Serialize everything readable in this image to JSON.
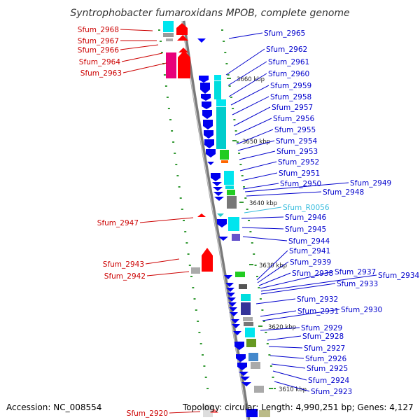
{
  "title": "Syntrophobacter fumaroxidans MPOB, complete genome",
  "footer": {
    "accession": "Accession: NC_008554",
    "topology": "Topology: circular; Length: 4,990,251 bp; Genes: 4,127"
  },
  "colors": {
    "forward_label": "#0000cc",
    "reverse_label": "#cc0000",
    "rna_label": "#33bbdd",
    "backbone": "#888888"
  },
  "kbp_marks": [
    {
      "label": "3660 kbp"
    },
    {
      "label": "3650 kbp"
    },
    {
      "label": "3640 kbp"
    },
    {
      "label": "3630 kbp"
    },
    {
      "label": "3620 kbp"
    },
    {
      "label": "3610 kbp"
    }
  ],
  "right_labels": [
    {
      "text": "Sfum_2965"
    },
    {
      "text": "Sfum_2962"
    },
    {
      "text": "Sfum_2961"
    },
    {
      "text": "Sfum_2960"
    },
    {
      "text": "Sfum_2959"
    },
    {
      "text": "Sfum_2958"
    },
    {
      "text": "Sfum_2957"
    },
    {
      "text": "Sfum_2956"
    },
    {
      "text": "Sfum_2955"
    },
    {
      "text": "Sfum_2954"
    },
    {
      "text": "Sfum_2953"
    },
    {
      "text": "Sfum_2952"
    },
    {
      "text": "Sfum_2951"
    },
    {
      "text": "Sfum_2950"
    },
    {
      "text": "Sfum_2949"
    },
    {
      "text": "Sfum_2948"
    },
    {
      "text": "Sfum_R0056"
    },
    {
      "text": "Sfum_2946"
    },
    {
      "text": "Sfum_2945"
    },
    {
      "text": "Sfum_2944"
    },
    {
      "text": "Sfum_2941"
    },
    {
      "text": "Sfum_2939"
    },
    {
      "text": "Sfum_2938"
    },
    {
      "text": "Sfum_2937"
    },
    {
      "text": "Sfum_2934"
    },
    {
      "text": "Sfum_2933"
    },
    {
      "text": "Sfum_2932"
    },
    {
      "text": "Sfum_2931"
    },
    {
      "text": "Sfum_2930"
    },
    {
      "text": "Sfum_2929"
    },
    {
      "text": "Sfum_2928"
    },
    {
      "text": "Sfum_2927"
    },
    {
      "text": "Sfum_2926"
    },
    {
      "text": "Sfum_2925"
    },
    {
      "text": "Sfum_2924"
    },
    {
      "text": "Sfum_2923"
    }
  ],
  "left_labels": [
    {
      "text": "Sfum_2968"
    },
    {
      "text": "Sfum_2967"
    },
    {
      "text": "Sfum_2966"
    },
    {
      "text": "Sfum_2964"
    },
    {
      "text": "Sfum_2963"
    },
    {
      "text": "Sfum_2947"
    },
    {
      "text": "Sfum_2943"
    },
    {
      "text": "Sfum_2942"
    },
    {
      "text": "Sfum_2920"
    }
  ]
}
